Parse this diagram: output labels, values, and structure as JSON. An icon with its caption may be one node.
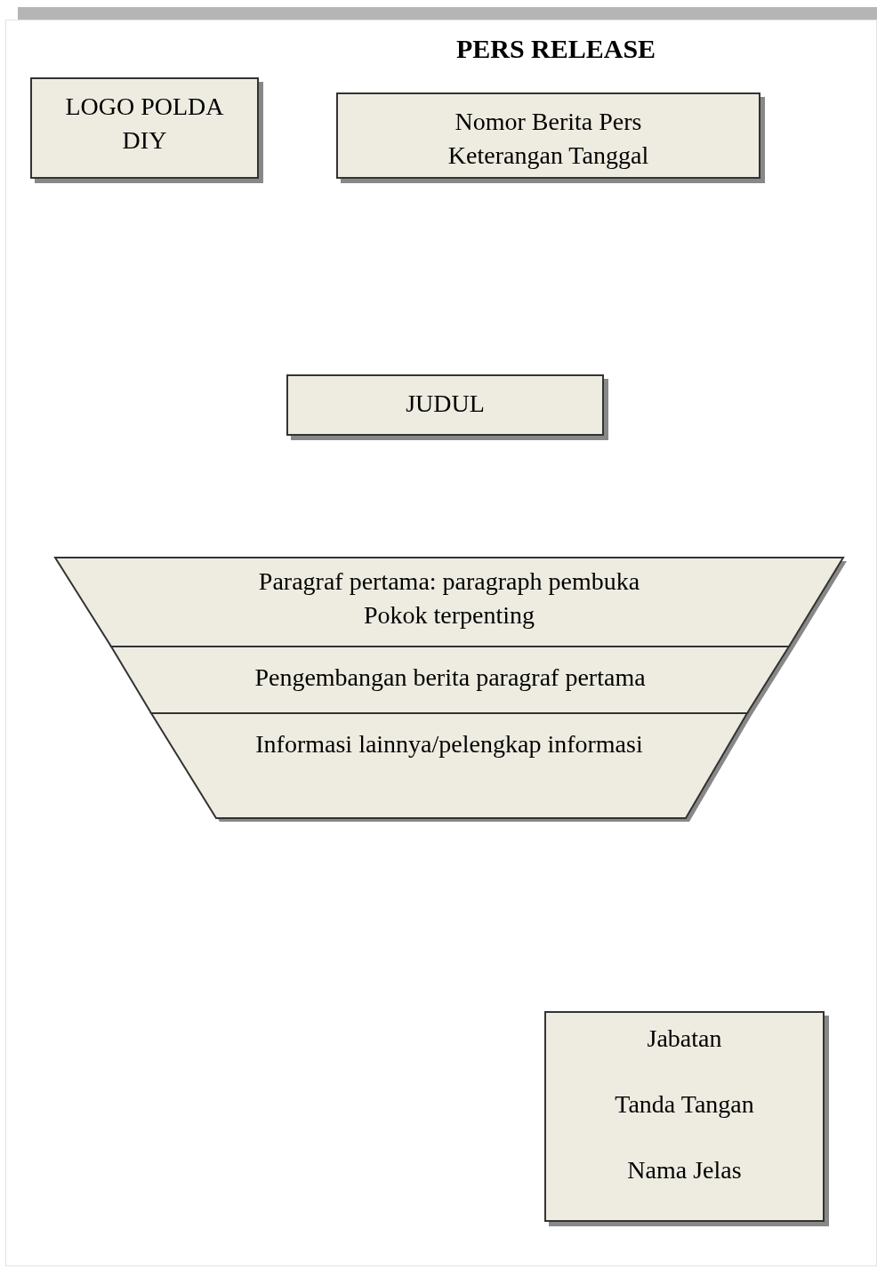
{
  "diagram": {
    "title": "PERS RELEASE",
    "nodes": [
      {
        "text": [
          "LOGO POLDA DIY"
        ]
      },
      {
        "text": [
          "Nomor Berita Pers",
          "Keterangan Tanggal"
        ]
      },
      {
        "text": [
          "JUDUL"
        ]
      },
      {
        "text": [
          "Paragraf pertama: paragraph pembuka",
          "Pokok terpenting"
        ]
      },
      {
        "text": [
          "Pengembangan berita paragraf pertama"
        ]
      },
      {
        "text": [
          "Informasi lainnya/pelengkap informasi"
        ]
      },
      {
        "text": [
          "Jabatan",
          "Tanda Tangan",
          "Nama Jelas"
        ]
      }
    ],
    "edges": []
  }
}
